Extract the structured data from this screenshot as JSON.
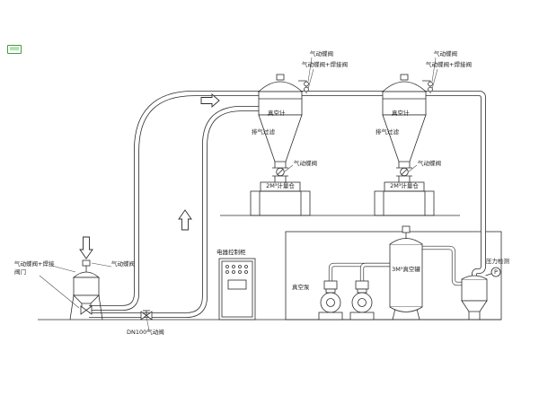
{
  "diagram": {
    "cyclones": [
      {
        "top_valve": "气动蝶阀",
        "top_valve_weld": "气动蝶阀+焊接阀",
        "gauge": "真空计",
        "exhaust_filter": "排气过滤",
        "discharge_valve": "气动蝶阀",
        "bin": "2M³计量仓"
      },
      {
        "top_valve": "气动蝶阀",
        "top_valve_weld": "气动蝶阀+焊接阀",
        "gauge": "真空计",
        "exhaust_filter": "排气过滤",
        "discharge_valve": "气动蝶阀",
        "bin": "2M³计量仓"
      }
    ],
    "cabinet": {
      "label": "电器控制柜"
    },
    "pump_room": {
      "pump": "真空泵",
      "tank": "3M³真空罐",
      "pressure": "压力检测",
      "gauge_symbol": "P"
    },
    "feed": {
      "weld_valve_line1": "气动蝶阀+焊接",
      "weld_valve_line2": "阀门",
      "top_valve": "气动蝶阀",
      "dn_valve": "DN100气动阀"
    }
  }
}
